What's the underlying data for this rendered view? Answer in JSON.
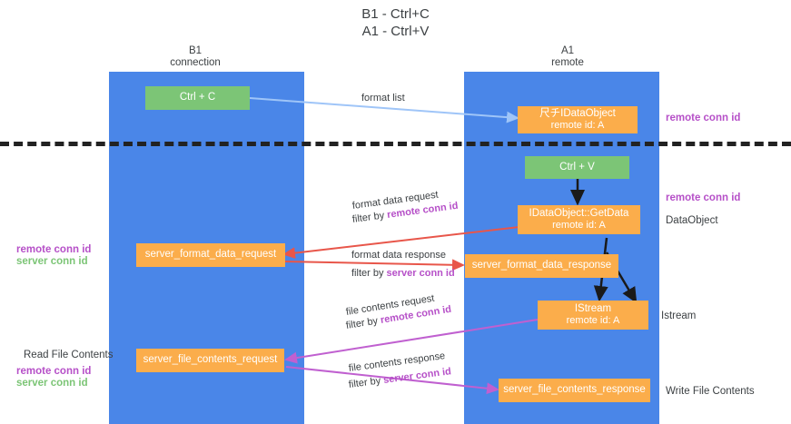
{
  "diagram": {
    "title": "B1 - Ctrl+C\nA1 - Ctrl+V",
    "columns": [
      {
        "name": "column-b1",
        "label": "B1\nconnection"
      },
      {
        "name": "column-a1",
        "label": "A1\nremote"
      }
    ],
    "nodes": [
      {
        "id": "ctrl-c",
        "line1": "Ctrl + C",
        "line2": "",
        "color": "#7cc576"
      },
      {
        "id": "idataobject",
        "line1": "尺チIDataObject",
        "line2": "remote id: A",
        "color": "#fbad4b"
      },
      {
        "id": "ctrl-v",
        "line1": "Ctrl + V",
        "line2": "",
        "color": "#7cc576"
      },
      {
        "id": "idataobject-getdata",
        "line1": "IDataObject::GetData",
        "line2": "remote id: A",
        "color": "#fbad4b"
      },
      {
        "id": "server-format-data-request",
        "line1": "server_format_data_request",
        "line2": "",
        "color": "#fbad4b"
      },
      {
        "id": "server-format-data-response",
        "line1": "server_format_data_response",
        "line2": "",
        "color": "#fbad4b"
      },
      {
        "id": "istream",
        "line1": "IStream",
        "line2": "remote id: A",
        "color": "#fbad4b"
      },
      {
        "id": "server-file-contents-request",
        "line1": "server_file_contents_request",
        "line2": "",
        "color": "#fbad4b"
      },
      {
        "id": "server-file-contents-response",
        "line1": "server_file_contents_response",
        "line2": "",
        "color": "#fbad4b"
      }
    ],
    "edge_labels": [
      {
        "id": "format-list",
        "text": "format list",
        "filter_prefix": "",
        "filter_key": ""
      },
      {
        "id": "format-data-request",
        "text": "format data request",
        "filter_prefix": "filter by ",
        "filter_key": "remote conn id"
      },
      {
        "id": "format-data-response",
        "text": "format data response",
        "filter_prefix": "filter by ",
        "filter_key": "server conn id"
      },
      {
        "id": "file-contents-request",
        "text": "file contents request",
        "filter_prefix": "filter by ",
        "filter_key": "remote conn id"
      },
      {
        "id": "file-contents-response",
        "text": "file contents response",
        "filter_prefix": "filter by ",
        "filter_key": "server conn id"
      }
    ],
    "right_labels": [
      {
        "id": "right-remote-conn-id-1",
        "text": "remote conn id",
        "style": "remote"
      },
      {
        "id": "right-remote-conn-id-2",
        "text": "remote conn id",
        "style": "remote"
      },
      {
        "id": "right-dataobject",
        "text": "DataObject",
        "style": "plain"
      },
      {
        "id": "right-istream",
        "text": "Istream",
        "style": "plain"
      },
      {
        "id": "right-write-file",
        "text": "Write File Contents",
        "style": "plain"
      }
    ],
    "left_labels": [
      {
        "id": "left-remote-conn-id",
        "text": "remote conn id",
        "style": "remote"
      },
      {
        "id": "left-server-conn-id",
        "text": "server conn id",
        "style": "server"
      },
      {
        "id": "left-read-file",
        "text": "Read File Contents",
        "style": "plain"
      },
      {
        "id": "left-remote-conn-id-2",
        "text": "remote conn id",
        "style": "remote"
      },
      {
        "id": "left-server-conn-id-2",
        "text": "server conn id",
        "style": "server"
      }
    ],
    "colors": {
      "lane": "#4a86e8",
      "green_node": "#7cc576",
      "orange_node": "#fbad4b",
      "remote_conn_id": "#b650c8",
      "server_conn_id_legend": "#7cc576",
      "divider": "#222222",
      "arrow_blue": "#9fc5f8",
      "arrow_red": "#e8564a",
      "arrow_magenta": "#c060d0",
      "arrow_black": "#1a1a1a"
    }
  }
}
